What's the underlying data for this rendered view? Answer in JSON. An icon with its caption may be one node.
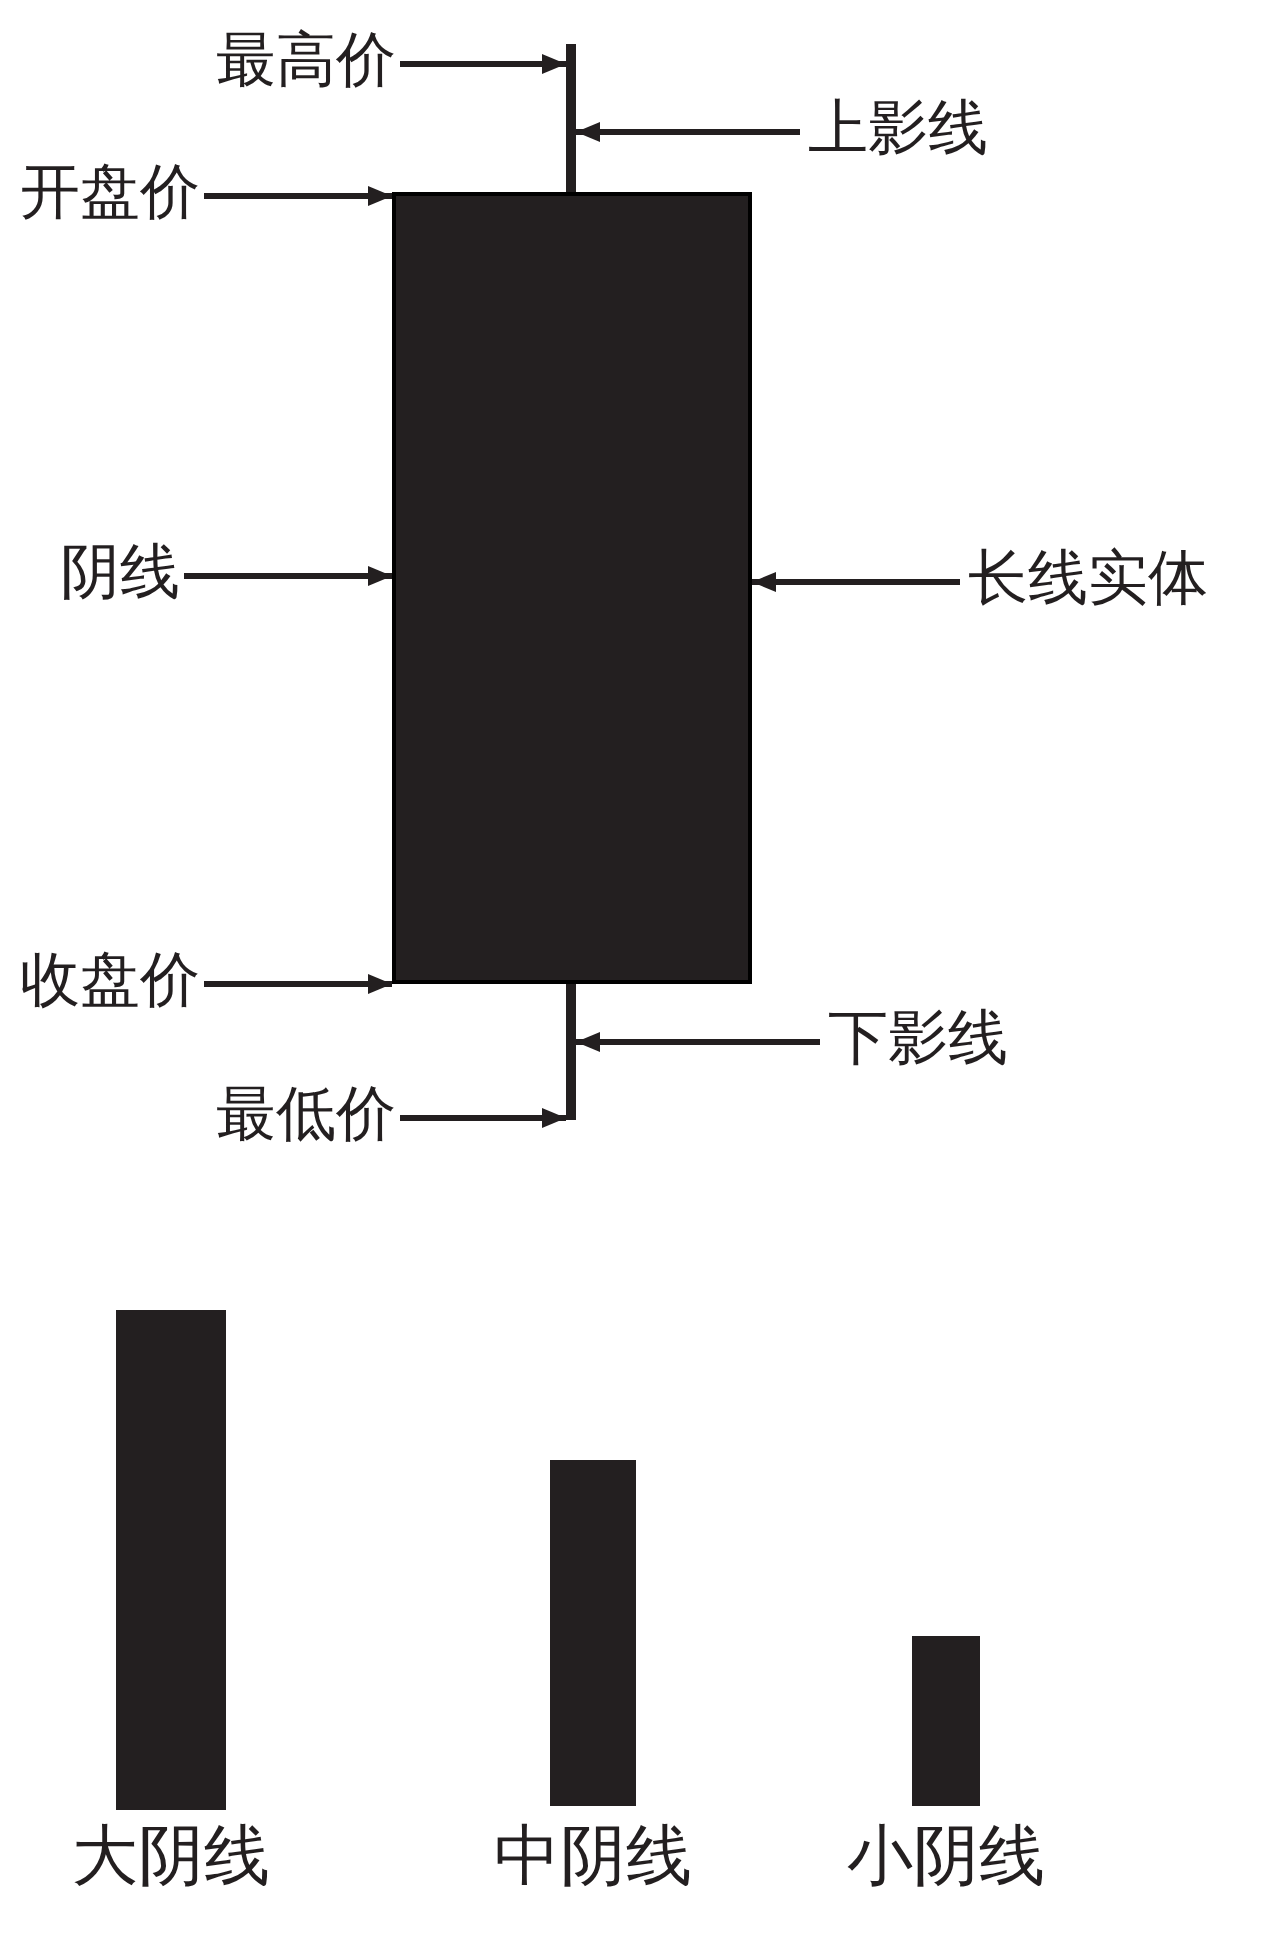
{
  "diagram": {
    "nodes": [
      {
        "text": [
          "最高价"
        ]
      },
      {
        "text": [
          "上影线"
        ]
      },
      {
        "text": [
          "开盘价"
        ]
      },
      {
        "text": [
          "阴线"
        ]
      },
      {
        "text": [
          "长线实体"
        ]
      },
      {
        "text": [
          "收盘价"
        ]
      },
      {
        "text": [
          "下影线"
        ]
      },
      {
        "text": [
          "最低价"
        ]
      },
      {
        "text": [],
        "shape": "bar"
      },
      {
        "text": [],
        "shape": "box"
      },
      {
        "text": [],
        "shape": "bar"
      },
      {
        "text": [],
        "shape": "bar",
        "beside": [
          "大阴线"
        ]
      },
      {
        "text": [],
        "shape": "bar",
        "beside": [
          "中阴线"
        ]
      },
      {
        "text": [],
        "shape": "bar",
        "beside": [
          "小阴线"
        ]
      }
    ],
    "edges": [
      {
        "from": 0,
        "to": 8,
        "arrow": "to"
      },
      {
        "from": 1,
        "to": 8,
        "arrow": "to"
      },
      {
        "from": 2,
        "to": 9,
        "arrow": "to"
      },
      {
        "from": 3,
        "to": 9,
        "arrow": "to"
      },
      {
        "from": 4,
        "to": 9,
        "arrow": "to"
      },
      {
        "from": 5,
        "to": 9,
        "arrow": "to"
      },
      {
        "from": 6,
        "to": 10,
        "arrow": "to"
      },
      {
        "from": 7,
        "to": 10,
        "arrow": "to"
      }
    ]
  }
}
